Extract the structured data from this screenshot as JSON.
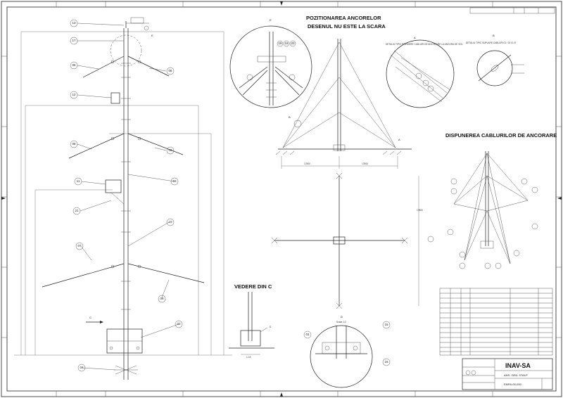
{
  "drawing": {
    "titles": {
      "anchor_positioning": "POZITIONAREA ANCORELOR",
      "not_to_scale": "DESENUL NU ESTE LA SCARA",
      "cable_layout": "DISPUNEREA CABLURILOR DE ANCORARE",
      "view_c": "VEDERE DIN C"
    },
    "detail_labels": {
      "e": "E",
      "a": "A",
      "b": "B",
      "c": "C",
      "d": "D",
      "d_scale": "Scara 1:2"
    },
    "notes": {
      "detail_a": "DETALIU TIPIC PRINDERE CABLURI DE ANCORARE LA ANCORA DE SOL",
      "detail_b": "DETALIU TIPIC SUPLARE CABLURI 01 / 02 01 B"
    },
    "dimensions": {
      "base_left": "17800",
      "base_right": "17800",
      "plan_vertical": "17800",
      "view_c_width": "1-18"
    },
    "callouts": [
      "13",
      "17",
      "05",
      "06",
      "12",
      "08",
      "09",
      "11",
      "03",
      "21",
      "10",
      "07",
      "09",
      "02",
      "04",
      "18",
      "19",
      "20",
      "01",
      "15",
      "16",
      "D"
    ],
    "title_block": {
      "company": "INAV-SA",
      "title": "ANS. GEN. STALP",
      "code": "EMPA-00-000"
    }
  }
}
